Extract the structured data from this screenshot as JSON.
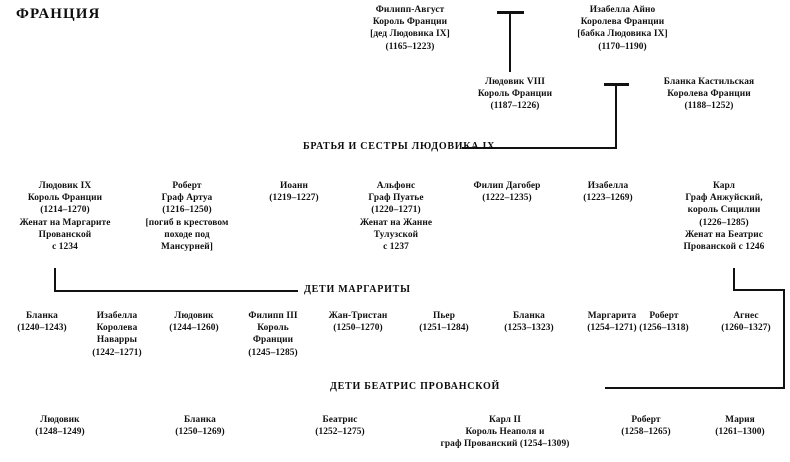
{
  "title": "ФРАНЦИЯ",
  "bands": {
    "siblings": "БРАТЬЯ И СЕСТРЫ ЛЮДОВИКА  IX",
    "margarita_children": "ДЕТИ МАРГАРИТЫ",
    "beatrice_children": "ДЕТИ БЕАТРИС ПРОВАНСКОЙ"
  },
  "generation1": {
    "father": {
      "name": "Филипп-Август",
      "lines": [
        "Король Франции",
        "[дед Людовика IX]",
        "(1165–1223)"
      ]
    },
    "mother": {
      "name": "Изабелла Айно",
      "lines": [
        "Королева Франции",
        "[бабка Людовика IX]",
        "(1170–1190)"
      ]
    }
  },
  "generation2": {
    "father": {
      "name": "Людовик VIII",
      "lines": [
        "Король Франции",
        "(1187–1226)"
      ]
    },
    "mother": {
      "name": "Бланка Кастильская",
      "lines": [
        "Королева Франции",
        "(1188–1252)"
      ]
    }
  },
  "siblings": [
    {
      "name": "Людовик IX",
      "lines": [
        "Король Франции",
        "(1214–1270)",
        "Женат на Маргарите",
        "Прованской",
        "с 1234"
      ]
    },
    {
      "name": "Роберт",
      "lines": [
        "Граф Артуа",
        "(1216–1250)",
        "[погиб в крестовом",
        "походе под",
        "Мансурней]"
      ]
    },
    {
      "name": "Иоанн",
      "lines": [
        "(1219–1227)"
      ]
    },
    {
      "name": "Альфонс",
      "lines": [
        "Граф Пуатье",
        "(1220–1271)",
        "Женат на Жанне",
        "Тулузской",
        "с 1237"
      ]
    },
    {
      "name": "Филип Дагобер",
      "lines": [
        "(1222–1235)"
      ]
    },
    {
      "name": "Изабелла",
      "lines": [
        "(1223–1269)"
      ]
    },
    {
      "name": "Карл",
      "lines": [
        "Граф Анжуйский,",
        "король Сицилии",
        "(1226–1285)",
        "Женат на Беатрис",
        "Прованской с 1246"
      ]
    }
  ],
  "margarita_children": [
    {
      "name": "Бланка",
      "lines": [
        "(1240–1243)"
      ]
    },
    {
      "name": "Изабелла",
      "lines": [
        "Королева",
        "Наварры",
        "(1242–1271)"
      ]
    },
    {
      "name": "Людовик",
      "lines": [
        "(1244–1260)"
      ]
    },
    {
      "name": "Филипп III",
      "lines": [
        "Король",
        "Франции",
        "(1245–1285)"
      ]
    },
    {
      "name": "Жан-Тристан",
      "lines": [
        "(1250–1270)"
      ]
    },
    {
      "name": "Пьер",
      "lines": [
        "(1251–1284)"
      ]
    },
    {
      "name": "Бланка",
      "lines": [
        "(1253–1323)"
      ]
    },
    {
      "name": "Маргарита",
      "lines": [
        "(1254–1271)"
      ]
    },
    {
      "name": "Роберт",
      "lines": [
        "(1256–1318)"
      ]
    },
    {
      "name": "Агнес",
      "lines": [
        "(1260–1327)"
      ]
    }
  ],
  "beatrice_children": [
    {
      "name": "Людовик",
      "lines": [
        "(1248–1249)"
      ]
    },
    {
      "name": "Бланка",
      "lines": [
        "(1250–1269)"
      ]
    },
    {
      "name": "Беатрис",
      "lines": [
        "(1252–1275)"
      ]
    },
    {
      "name": "Карл II",
      "lines": [
        "Король Неаполя и",
        "граф Прованский (1254–1309)"
      ]
    },
    {
      "name": "Роберт",
      "lines": [
        "(1258–1265)"
      ]
    },
    {
      "name": "Мария",
      "lines": [
        "(1261–1300)"
      ]
    }
  ]
}
